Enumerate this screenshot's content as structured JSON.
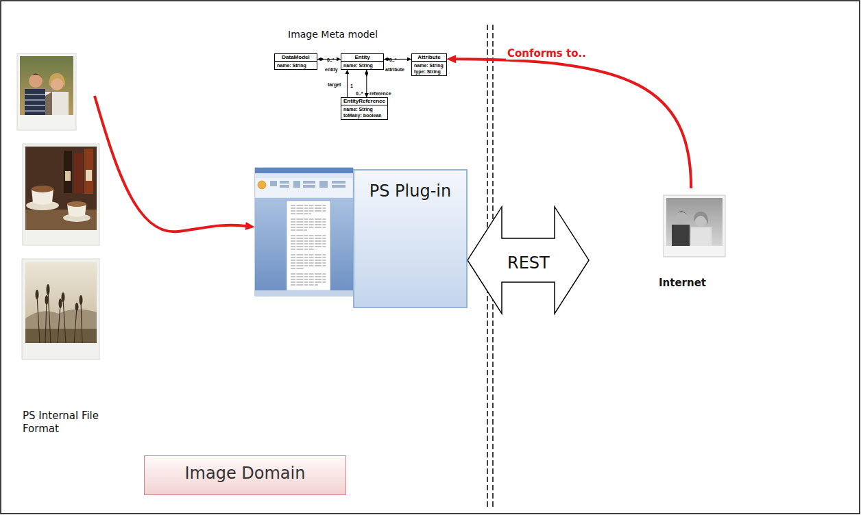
{
  "diagram": {
    "nodes": [
      {
        "text": [
          "DataModel",
          "name: String"
        ]
      },
      {
        "text": [
          "Entity",
          "name: String"
        ]
      },
      {
        "text": [
          "Attribute",
          "name: String",
          "type: String"
        ]
      },
      {
        "text": [
          "EntityReference",
          "name: String",
          "toMany: boolean"
        ]
      },
      {
        "text": [
          "PS Plug-in"
        ]
      },
      {
        "text": [
          "Internet"
        ]
      },
      {
        "text": [
          "Image Domain"
        ]
      }
    ],
    "edges": [
      {
        "from": 0,
        "to": 1,
        "arrow": "to"
      },
      {
        "from": 1,
        "to": 2,
        "arrow": "to"
      },
      {
        "from": 1,
        "to": 3,
        "arrow": "to"
      },
      {
        "from": 3,
        "to": 1,
        "arrow": "to"
      },
      {
        "from": 4,
        "to": 5,
        "label": "REST",
        "arrow": "both"
      },
      {
        "from": 5,
        "to": 2,
        "label": "Conforms to..",
        "arrow": "to"
      }
    ],
    "labels": [
      "Image Meta model",
      "0..*",
      "entity",
      "0..*",
      "attribute",
      "target",
      "1",
      "0..*",
      "reference",
      "PS Internal File Format"
    ]
  }
}
